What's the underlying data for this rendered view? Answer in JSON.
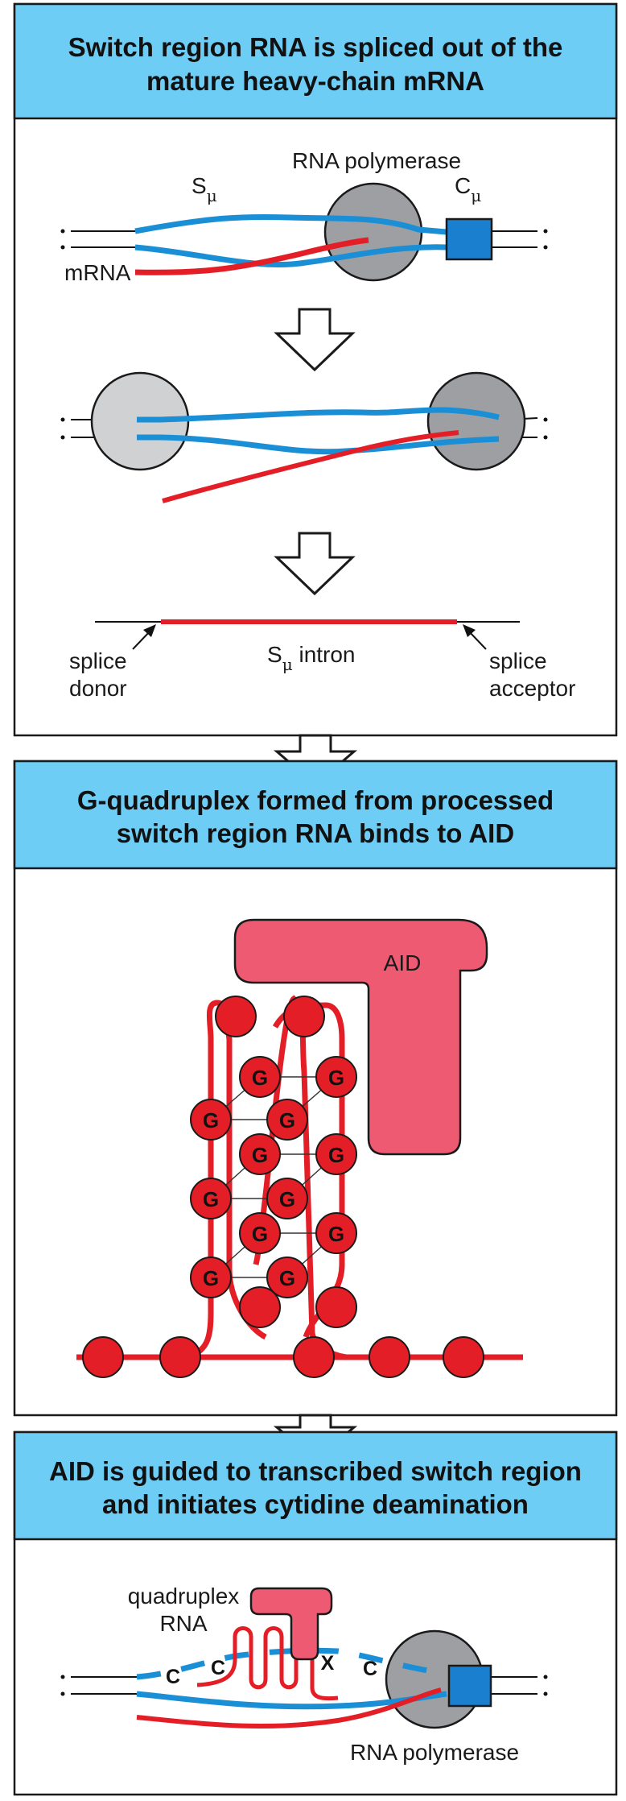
{
  "panel1": {
    "title_line1": "Switch region RNA is spliced out of the",
    "title_line2": "mature heavy-chain mRNA",
    "rna_polymerase": "RNA polymerase",
    "s_mu_main": "S",
    "c_mu_main": "C",
    "mu_sub": "μ",
    "mrna": "mRNA",
    "splice_donor_1": "splice",
    "splice_donor_2": "donor",
    "intron_main": "S",
    "intron_rest": " intron",
    "splice_acceptor_1": "splice",
    "splice_acceptor_2": "acceptor"
  },
  "panel2": {
    "title_line1": "G-quadruplex formed from processed",
    "title_line2": "switch region RNA binds to AID",
    "aid": "AID",
    "g": "G"
  },
  "panel3": {
    "title_line1": "AID is guided to transcribed switch region",
    "title_line2": "and initiates cytidine deamination",
    "quadruplex_1": "quadruplex",
    "quadruplex_2": "RNA",
    "c": "C",
    "x": "X",
    "rna_polymerase": "RNA polymerase"
  },
  "colors": {
    "header_bg": "#6dcdf5",
    "dna_blue": "#1b8fd6",
    "rna_red": "#e41e26",
    "polymerase_gray": "#9d9fa3",
    "light_gray": "#d0d1d3",
    "aid_pink": "#ef5a73",
    "constant_blue": "#1a7fcf"
  }
}
